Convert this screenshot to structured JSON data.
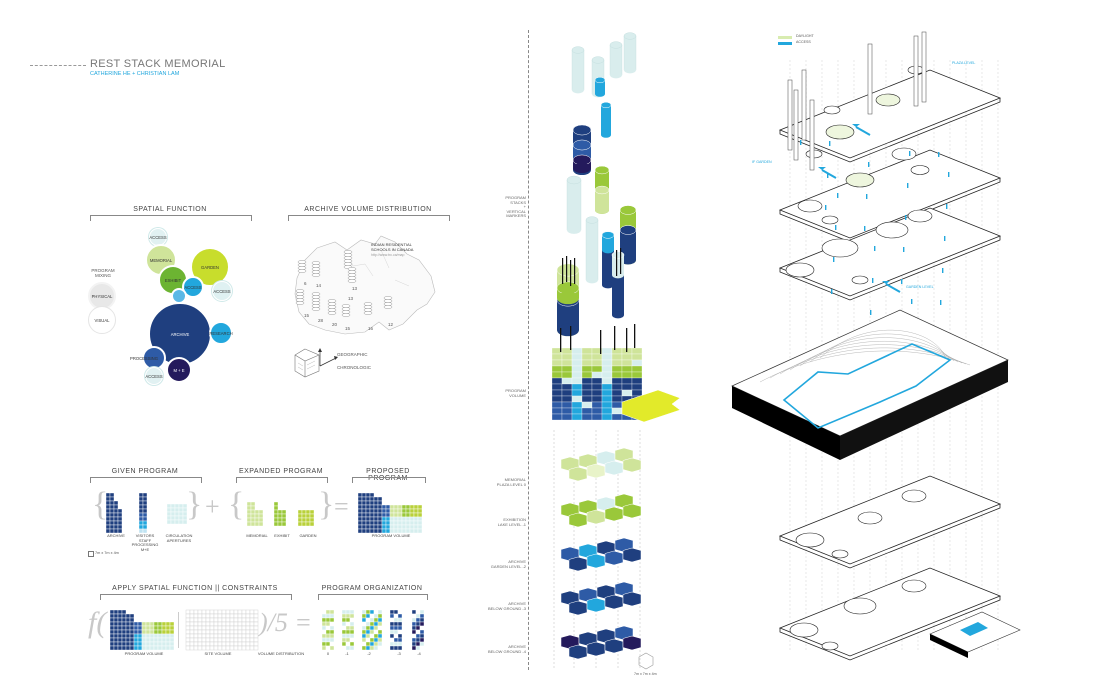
{
  "title": "REST STACK MEMORIAL",
  "authors": "CATHERINE HE + CHRISTIAN LAM",
  "spatial_function": {
    "title": "SPATIAL FUNCTION",
    "legend": {
      "program_mixing": "PROGRAM MIXING",
      "physical": "PHYSICAL",
      "visual": "VISUAL"
    },
    "bubbles": [
      "ACCESS",
      "MEMORIAL",
      "GARDEN",
      "EXHIBIT",
      "ACCESS",
      "ACCESS",
      "ARCHIVE",
      "RESEARCH",
      "PROCESSING",
      "ACCESS",
      "M + E"
    ]
  },
  "archive_volume": {
    "title": "ARCHIVE VOLUME DISTRIBUTION",
    "map_title": "INDIAN RESIDENTIAL SCHOOLS IN CANADA",
    "map_source": "http://www.trc.ca/map",
    "numbers": [
      "6",
      "14",
      "13",
      "13",
      "15",
      "28",
      "20",
      "15",
      "16",
      "12"
    ],
    "axis_geographic": "GEOGRAPHIC",
    "axis_chronologic": "CHRONOLOGIC"
  },
  "given_program": {
    "title": "GIVEN PROGRAM",
    "items": [
      "ARCHIVE",
      "VISITORS\nSTAFF\nPROCESSING\nM+E",
      "CIRCULATION\nAPERTURES"
    ],
    "scale_note": "7m x 7m x 4m"
  },
  "expanded_program": {
    "title": "EXPANDED PROGRAM",
    "items": [
      "MEMORIAL",
      "EXHIBIT",
      "GARDEN"
    ]
  },
  "proposed_program": {
    "title": "PROPOSED PROGRAM",
    "caption": "PROGRAM VOLUME"
  },
  "apply_function": {
    "title": "APPLY SPATIAL FUNCTION || CONSTRAINTS",
    "captions": [
      "PROGRAM VOLUME",
      "SITE VOLUME",
      "VOLUME DISTRIBUTION"
    ],
    "f": "f(",
    "div": ")/5 ="
  },
  "program_org": {
    "title": "PROGRAM ORGANIZATION",
    "levels": [
      "0",
      "-1",
      "-2",
      "-3",
      "-4"
    ]
  },
  "middle_labels": {
    "stacks": "PROGRAM\nSTACKS\n+\nVERTICAL\nMARKERS",
    "volume": "PROGRAM\nVOLUME",
    "l0": "MEMORIAL\nPLAZA LEVEL 0",
    "l1": "EXHIBITION\nLAKE LEVEL -1",
    "l2": "ARCHIVE\nGARDEN LEVEL -2",
    "l3": "ARCHIVE\nBELOW GROUND -3",
    "l4": "ARCHIVE\nBELOW GROUND -4",
    "scale": "7m x 7m x 4m"
  },
  "right_labels": {
    "daylight": "DAYLIGHT",
    "access": "ACCESS",
    "plaza_level": "PLAZA LEVEL",
    "garden_top": "IF GARDEN",
    "garden_level": "GARDEN LEVEL"
  },
  "colors": {
    "navy": "#1f3f7f",
    "mid_blue": "#2e5ba6",
    "cyan": "#22a7dd",
    "lime": "#9ac83a",
    "light_lime": "#cfe49a",
    "yellow": "#e2ea2a",
    "pale_teal": "#cfe9e9",
    "deep": "#241a5c"
  }
}
